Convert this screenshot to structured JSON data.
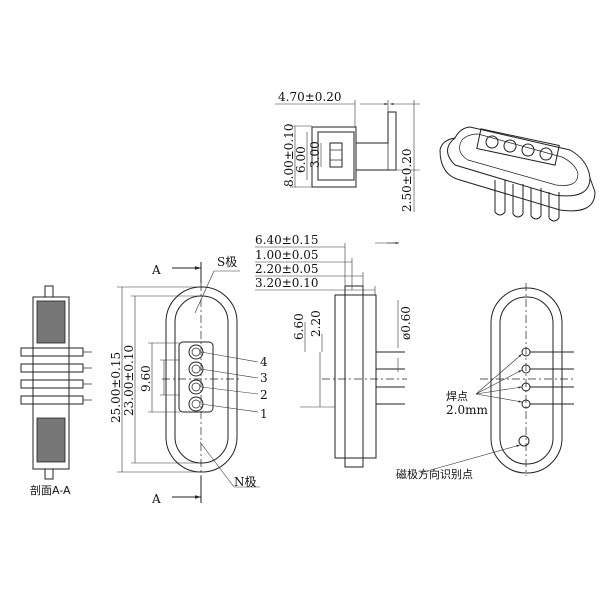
{
  "top_view": {
    "dim_width": "4.70±0.20",
    "dim_height_outer": "8.00±0.10",
    "dim_height_mid": "6.00",
    "dim_height_inner": "3.00",
    "dim_pin_len": "2.50±0.20"
  },
  "side_section": {
    "dim_6_40": "6.40±0.15",
    "dim_1_00": "1.00±0.05",
    "dim_2_20a": "2.20±0.05",
    "dim_3_20": "3.20±0.10",
    "dim_6_60": "6.60",
    "dim_2_20b": "2.20",
    "dim_dia": "ø0.60"
  },
  "front_view": {
    "dim_total_len": "25.00±0.15",
    "dim_inner_len": "23.00±0.10",
    "dim_pitch": "9.60",
    "pole_s": "S极",
    "pole_n": "N极",
    "section_a_top": "A",
    "section_a_bottom": "A",
    "pin_labels": [
      "4",
      "3",
      "2",
      "1"
    ]
  },
  "section_view": {
    "caption": "剖面A-A"
  },
  "back_view": {
    "solder_point": "焊点",
    "solder_size": "2.0mm",
    "polarity_mark": "磁极方向识别点"
  }
}
